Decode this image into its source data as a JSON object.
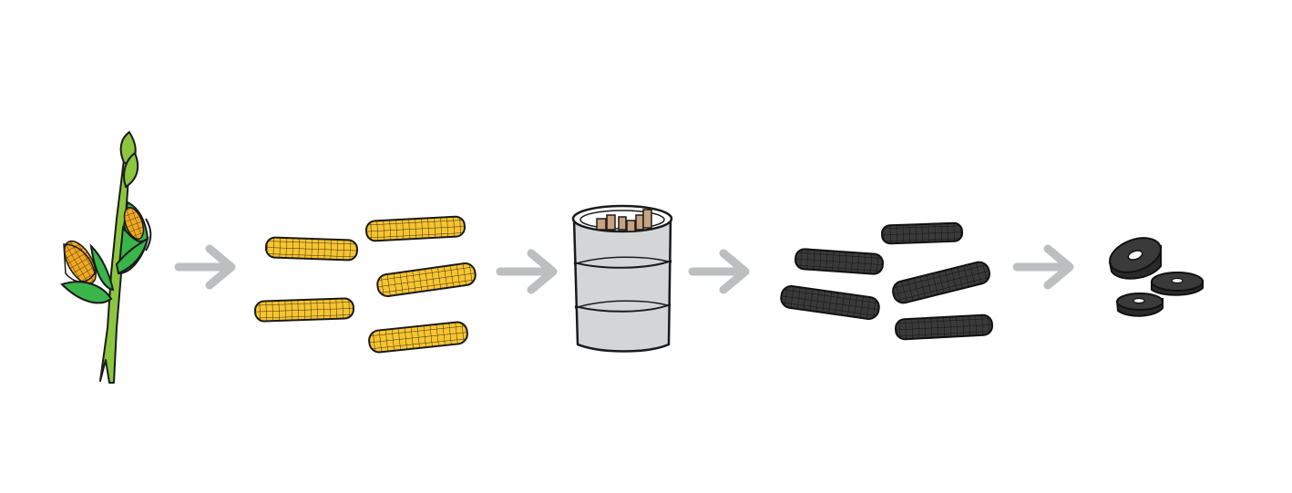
{
  "diagram": {
    "steps": [
      {
        "name": "corn-plant",
        "icon": "corn-stalk-icon"
      },
      {
        "name": "corn-cobs",
        "icon": "corn-cob-icon",
        "count": 5
      },
      {
        "name": "drum",
        "icon": "barrel-icon"
      },
      {
        "name": "charred-cobs",
        "icon": "charred-cob-icon",
        "count": 5
      },
      {
        "name": "discs",
        "icon": "disc-icon",
        "count": 3
      }
    ],
    "connector_count": 4
  },
  "colors": {
    "background": "#ffffff",
    "stalk_green": "#8cc63f",
    "leaf_green": "#39b54a",
    "corn_yellow": "#f7c531",
    "corn_orange": "#f0a823",
    "arrow_gray": "#bcbec0",
    "barrel_gray": "#d4d5d6",
    "charred_black": "#3a3a3a",
    "outline": "#1a1a1a",
    "stick_tan": "#c8a27e"
  }
}
